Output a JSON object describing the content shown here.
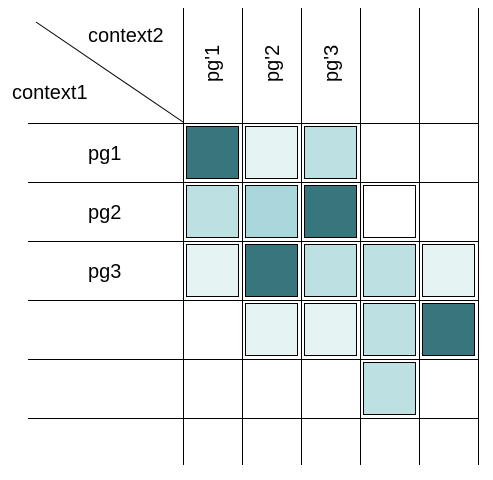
{
  "corner": {
    "column_header": "context2",
    "row_header": "context1"
  },
  "columns": [
    "pg'1",
    "pg'2",
    "pg'3",
    "",
    "",
    ""
  ],
  "rows": [
    "pg1",
    "pg2",
    "pg3",
    "",
    "",
    ""
  ],
  "shade_legend": {
    "0": "none",
    "1": "#e6f3f3",
    "2": "#bde0e2",
    "3": "#a9d7db",
    "4": "#37767d"
  },
  "matrix": [
    [
      4,
      1,
      2,
      null,
      null,
      null
    ],
    [
      2,
      3,
      4,
      0,
      null,
      null
    ],
    [
      1,
      4,
      2,
      2,
      1,
      null
    ],
    [
      null,
      1,
      1,
      2,
      4,
      null
    ],
    [
      null,
      null,
      null,
      2,
      null,
      null
    ],
    [
      null,
      null,
      null,
      null,
      null,
      null
    ]
  ]
}
